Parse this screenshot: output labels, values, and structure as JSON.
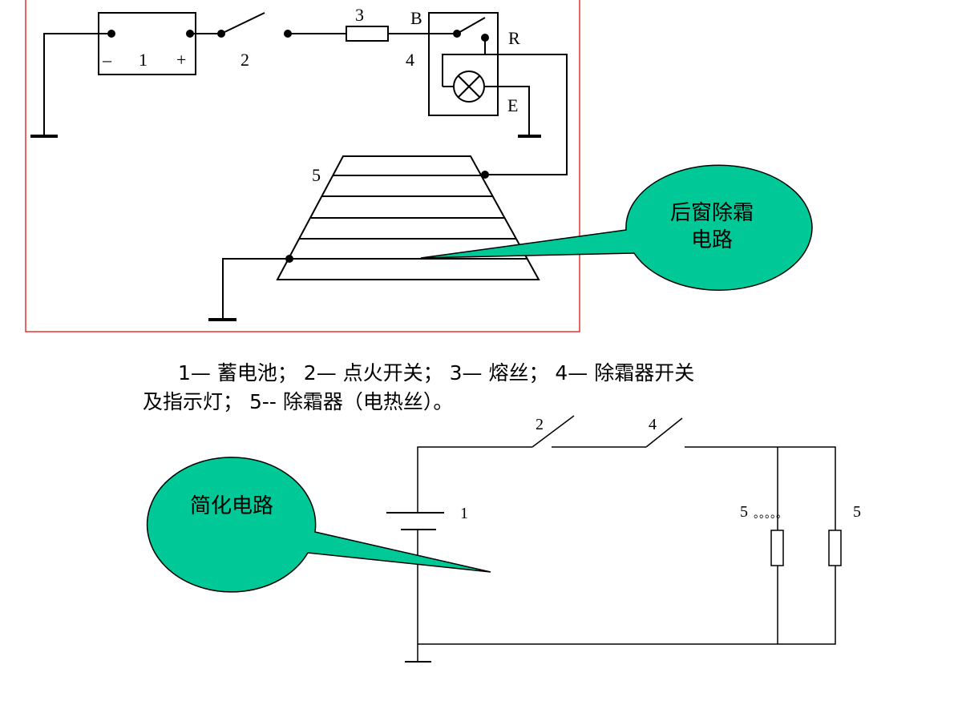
{
  "top_circuit": {
    "labels": {
      "battery_minus": "–",
      "battery_number": "1",
      "battery_plus": "+",
      "switch_number": "2",
      "fuse_number": "3",
      "terminal_b": "B",
      "terminal_r": "R",
      "relay_number": "4",
      "terminal_e": "E",
      "defroster_number": "5"
    },
    "callout": {
      "line1": "后窗除霜",
      "line2": "电路"
    }
  },
  "caption": {
    "line1": "1— 蓄电池； 2— 点火开关； 3— 熔丝； 4— 除霜器开关",
    "line2": "及指示灯； 5-- 除霜器（电热丝）。"
  },
  "simplified_circuit": {
    "labels": {
      "switch2": "2",
      "switch4": "4",
      "battery": "1",
      "resistor_left": "5",
      "resistor_right": "5",
      "dots": "。。。。。"
    },
    "callout": {
      "text": "简化电路"
    }
  },
  "colors": {
    "frame_border": "#e8302f",
    "callout_fill": "#00c896",
    "wire": "#000000"
  }
}
